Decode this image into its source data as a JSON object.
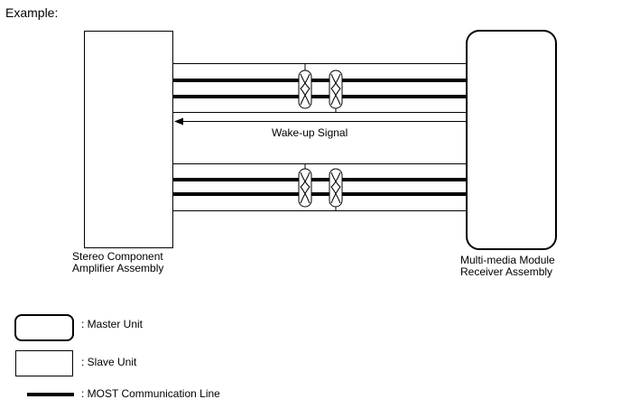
{
  "title": "Example:",
  "slave_unit": {
    "line1": "Stereo Component",
    "line2": "Amplifier Assembly"
  },
  "master_unit": {
    "line1": "Multi-media Module",
    "line2": "Receiver Assembly"
  },
  "wake_up_signal": "Wake-up Signal",
  "legend": {
    "master_unit": ": Master Unit",
    "slave_unit": ": Slave Unit",
    "most_line": ": MOST Communication Line"
  }
}
